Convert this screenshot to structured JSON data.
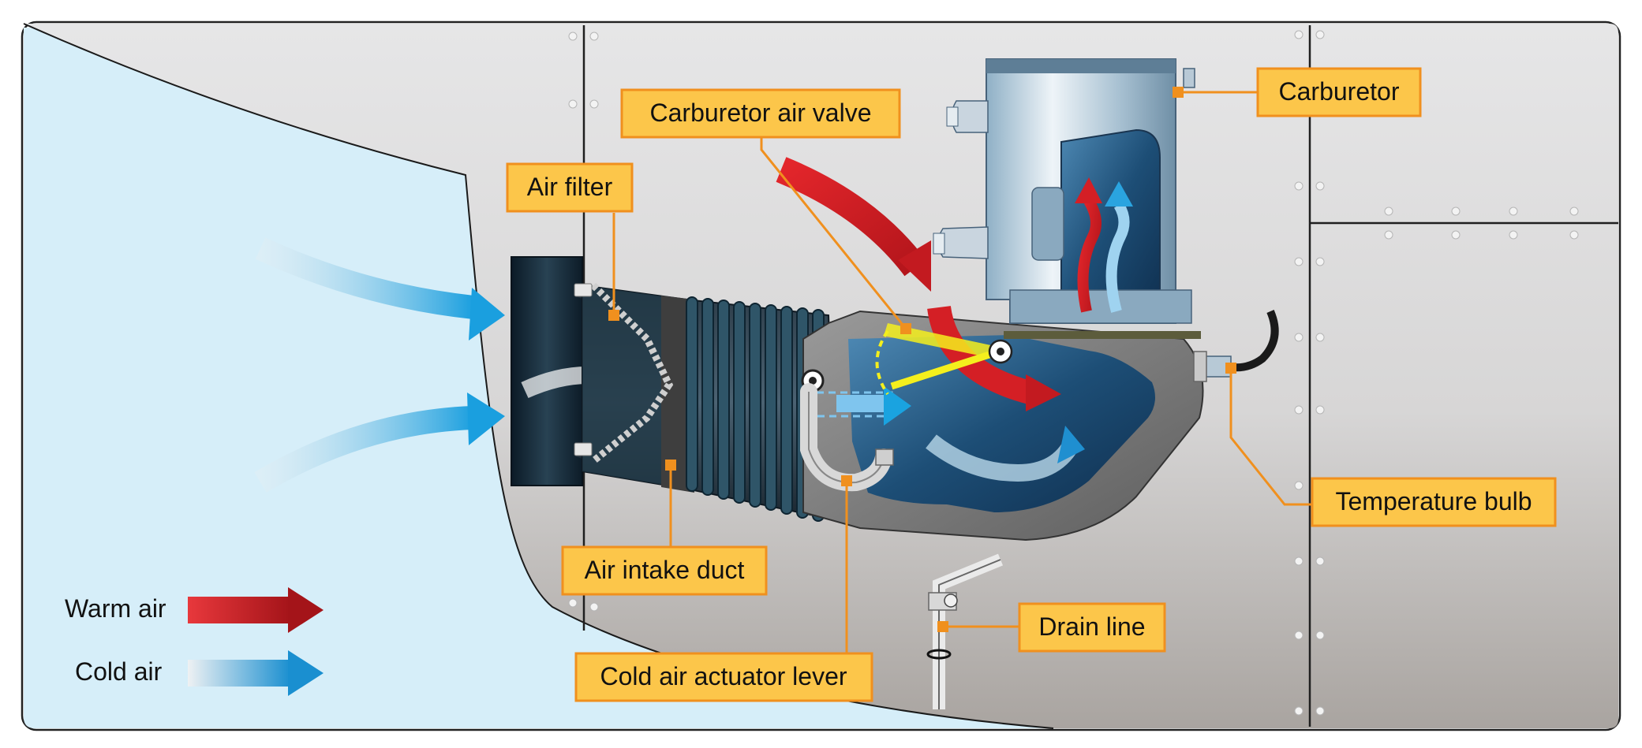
{
  "colors": {
    "sky": "#d6eef9",
    "fuselage": "#d9d9d9",
    "callout_fill": "#fcc64a",
    "callout_border": "#f0901e",
    "leader": "#f0901e",
    "warm_air": "#d41f25",
    "cold_air": "#1aa3e0",
    "valve": "#f4ef1d"
  },
  "callouts": {
    "carburetor": "Carburetor",
    "carburetor_air_valve": "Carburetor air valve",
    "air_filter": "Air filter",
    "temperature_bulb": "Temperature bulb",
    "air_intake_duct": "Air intake duct",
    "drain_line": "Drain line",
    "cold_air_actuator_lever": "Cold air actuator lever"
  },
  "legend": {
    "warm_air": "Warm air",
    "cold_air": "Cold air"
  }
}
